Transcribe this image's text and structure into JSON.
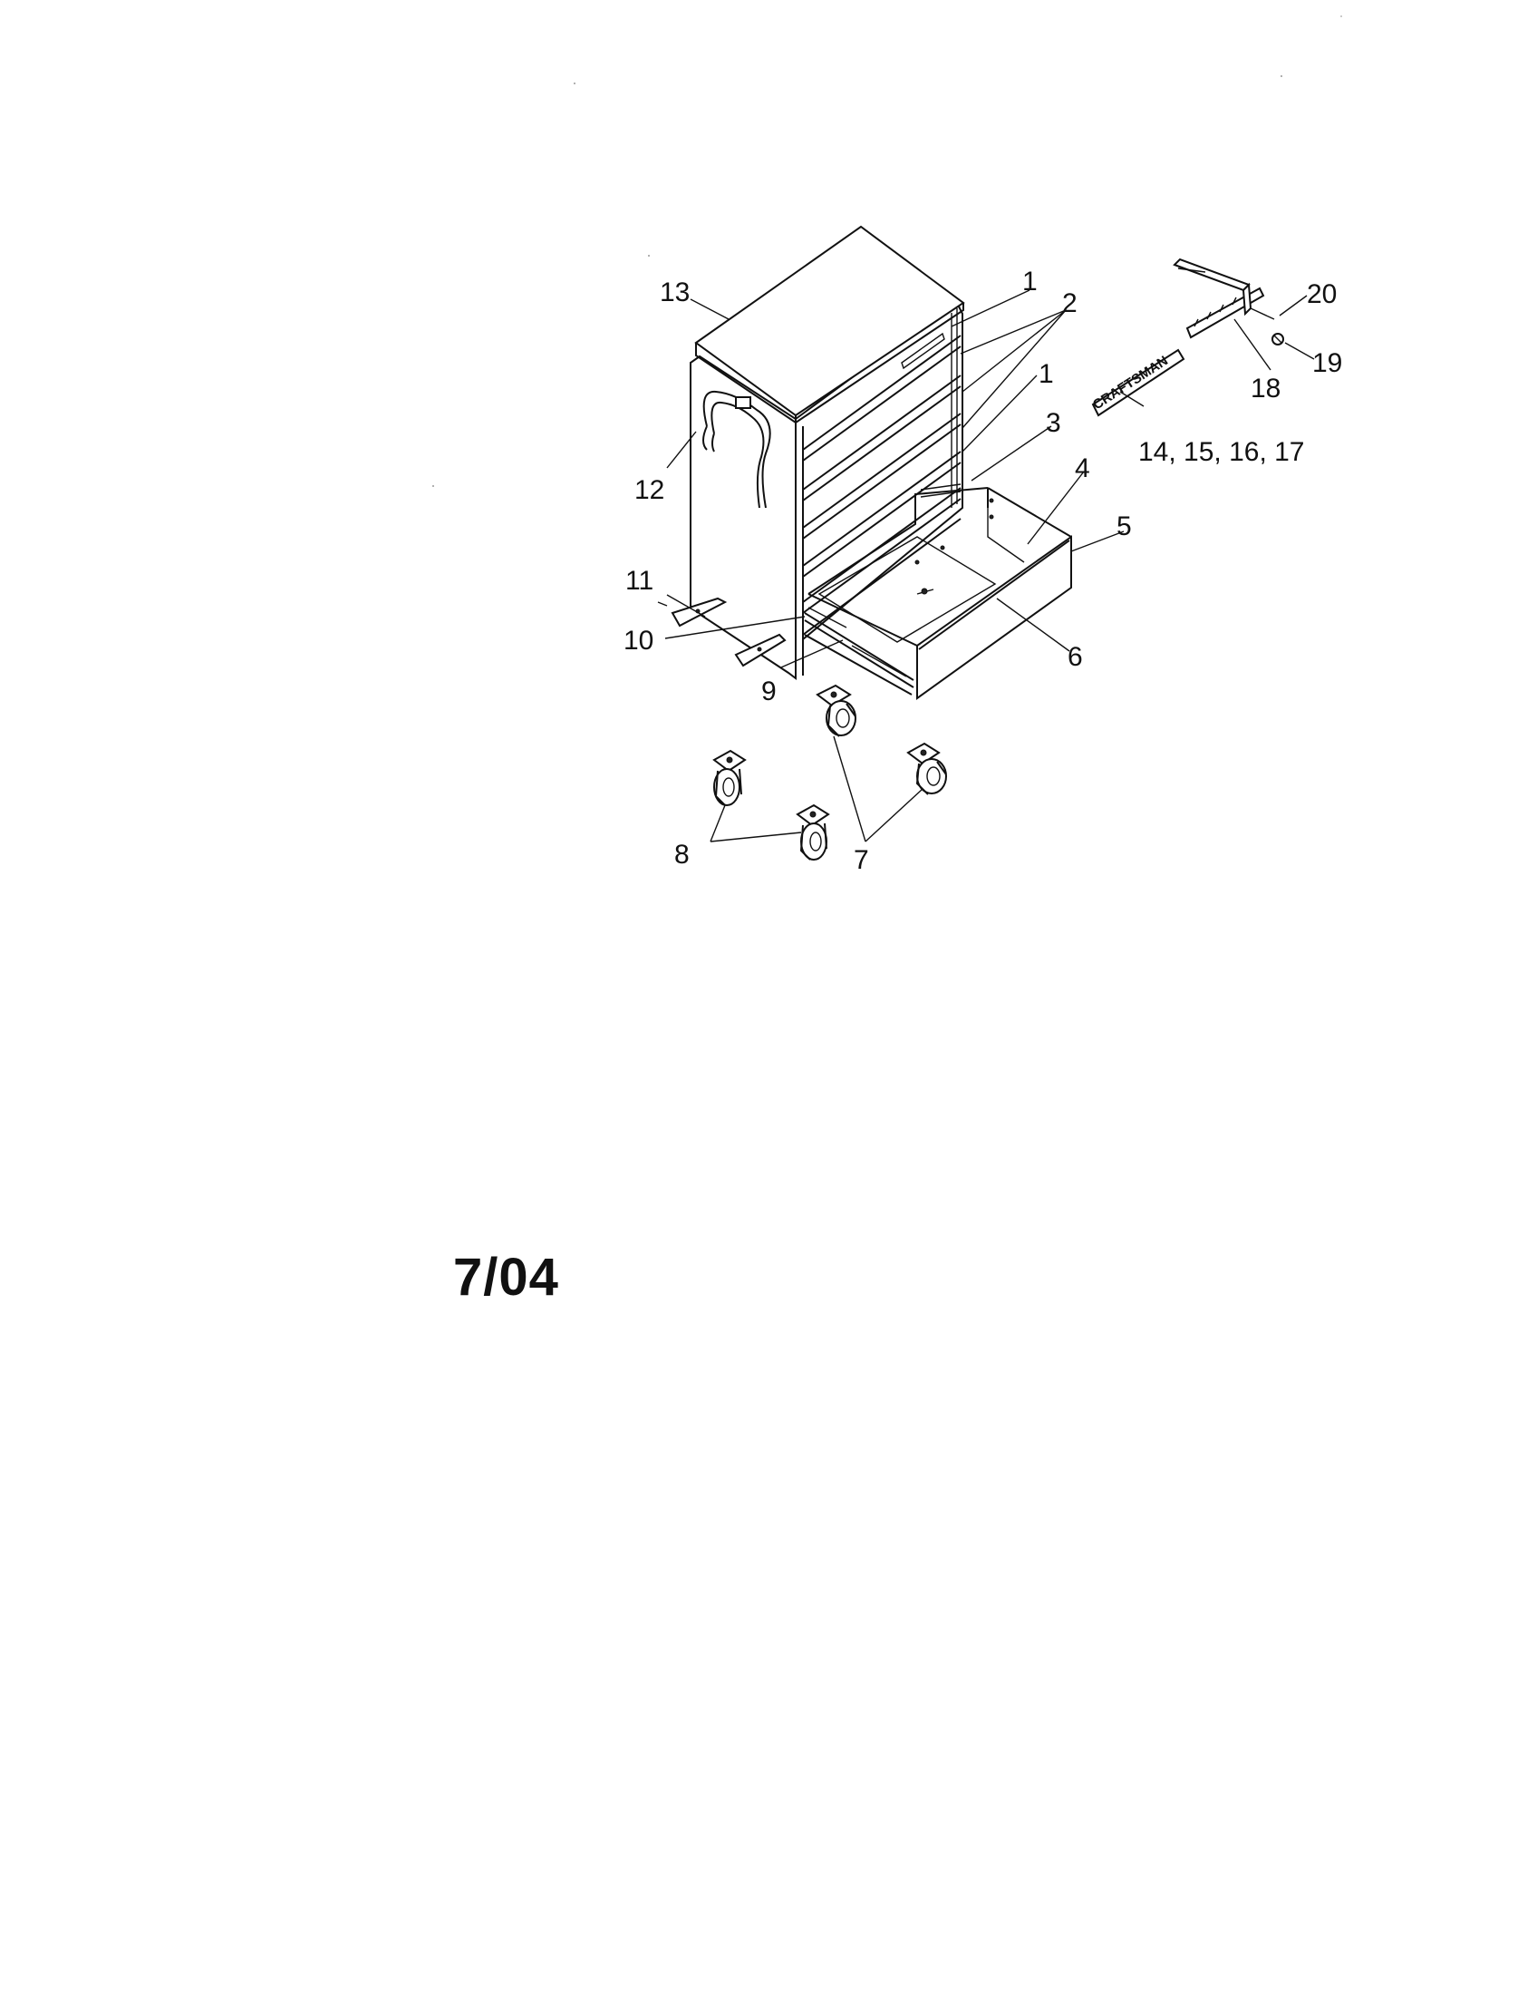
{
  "callouts": [
    {
      "id": "c13",
      "text": "13"
    },
    {
      "id": "c1a",
      "text": "1"
    },
    {
      "id": "c2",
      "text": "2"
    },
    {
      "id": "c1b",
      "text": "1"
    },
    {
      "id": "c3",
      "text": "3"
    },
    {
      "id": "c4",
      "text": "4"
    },
    {
      "id": "c5",
      "text": "5"
    },
    {
      "id": "c6",
      "text": "6"
    },
    {
      "id": "c7",
      "text": "7"
    },
    {
      "id": "c8",
      "text": "8"
    },
    {
      "id": "c9",
      "text": "9"
    },
    {
      "id": "c10",
      "text": "10"
    },
    {
      "id": "c11",
      "text": "11"
    },
    {
      "id": "c12",
      "text": "12"
    },
    {
      "id": "c14",
      "text": "14, 15, 16, 17"
    },
    {
      "id": "c18",
      "text": "18"
    },
    {
      "id": "c19",
      "text": "19"
    },
    {
      "id": "c20",
      "text": "20"
    }
  ],
  "date_code": "7/04",
  "nameplate_text": "CRAFTSMAN"
}
